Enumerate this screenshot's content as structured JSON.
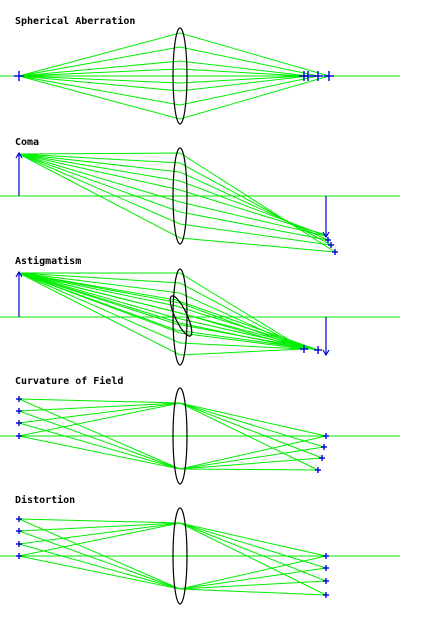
{
  "panels": [
    {
      "id": "spherical-aberration",
      "title": "Spherical Aberration"
    },
    {
      "id": "coma",
      "title": "Coma"
    },
    {
      "id": "astigmatism",
      "title": "Astigmatism"
    },
    {
      "id": "curvature-of-field",
      "title": "Curvature of Field"
    },
    {
      "id": "distortion",
      "title": "Distortion"
    }
  ],
  "colors": {
    "ray": "#00ee00",
    "axis": "#00ee00",
    "lens": "#000000",
    "marker": "#0000dd",
    "text": "#000000",
    "background": "#ffffff"
  }
}
